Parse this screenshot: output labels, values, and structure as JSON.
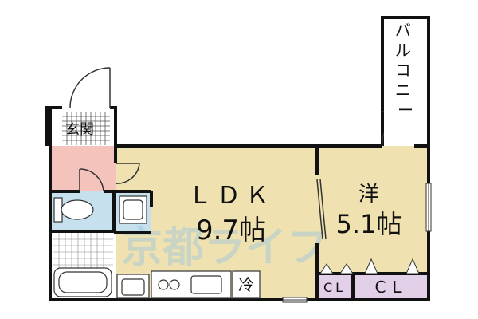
{
  "rooms": {
    "ldk_name": "ＬＤＫ",
    "ldk_size": "9.7帖",
    "western_name": "洋",
    "western_size": "5.1帖",
    "entrance": "玄関",
    "balcony": "バルコニー",
    "fridge": "冷",
    "closet_left": "CL",
    "closet_right": "CL"
  },
  "watermark": "京都ライフ",
  "colors": {
    "ldk_floor": "#F0E2B0",
    "entrance_floor": "#F4C4BC",
    "wet_area_floor": "#C6E0EE",
    "closet_floor": "#E2D0E8",
    "wall": "#111111",
    "watermark": "#9CC3DF"
  }
}
